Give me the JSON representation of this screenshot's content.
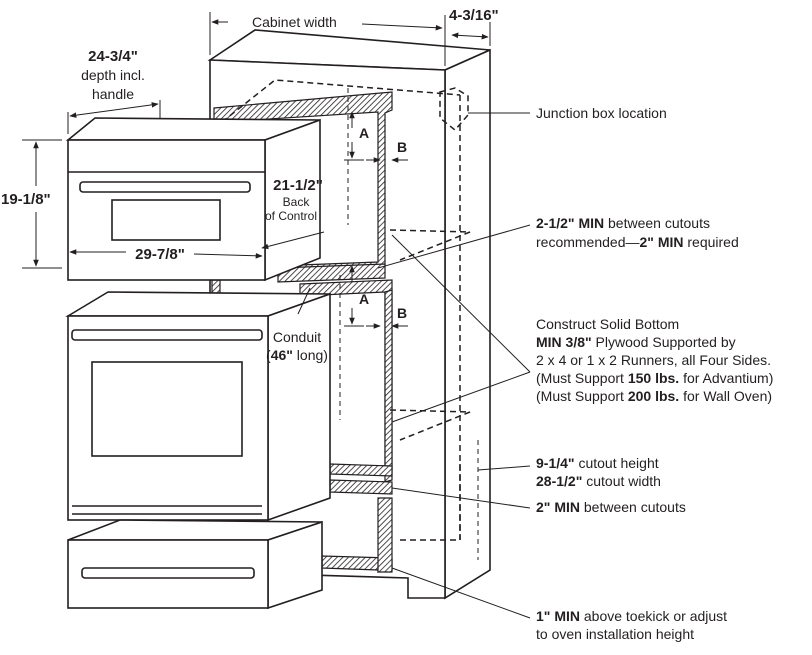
{
  "colors": {
    "ink": "#231f20",
    "background": "#ffffff"
  },
  "dimensions": {
    "cabinet_width": "Cabinet width",
    "offset_4_3_16": "4-3/16\"",
    "depth_value": "24-3/4\"",
    "depth_line1": "depth incl.",
    "depth_line2": "handle",
    "height_value": "19-1/8\"",
    "back_value": "21-1/2\"",
    "back_line1": "Back",
    "back_line2": "of Control",
    "width_value": "29-7/8\"",
    "label_a": "A",
    "label_b": "B"
  },
  "conduit": {
    "title": "Conduit",
    "length_bold": "46\"",
    "length_suffix": " long)",
    "paren_open": "("
  },
  "callouts": {
    "junction": "Junction box location",
    "between_1_bold": "2-1/2\" MIN",
    "between_1_rest": " between cutouts",
    "between_2_pre": "recommended—",
    "between_2_bold": "2\" MIN",
    "between_2_rest": " required",
    "solid_bottom_1": "Construct Solid Bottom",
    "solid_bottom_2_bold": "MIN 3/8\"",
    "solid_bottom_2_rest": " Plywood Supported by",
    "solid_bottom_3": "2 x 4 or 1 x 2 Runners, all Four Sides.",
    "solid_bottom_4_pre": "(Must Support ",
    "solid_bottom_4_bold": "150 lbs.",
    "solid_bottom_4_rest": " for Advantium)",
    "solid_bottom_5_pre": "(Must Support ",
    "solid_bottom_5_bold": "200 lbs.",
    "solid_bottom_5_rest": " for Wall Oven)",
    "cutout_h_bold": "9-1/4\"",
    "cutout_h_rest": " cutout height",
    "cutout_w_bold": "28-1/2\"",
    "cutout_w_rest": " cutout width",
    "min2_bold": "2\" MIN",
    "min2_rest": " between cutouts",
    "toekick_bold": "1\" MIN",
    "toekick_rest": " above toekick or adjust",
    "toekick_line2": "to oven installation height"
  }
}
